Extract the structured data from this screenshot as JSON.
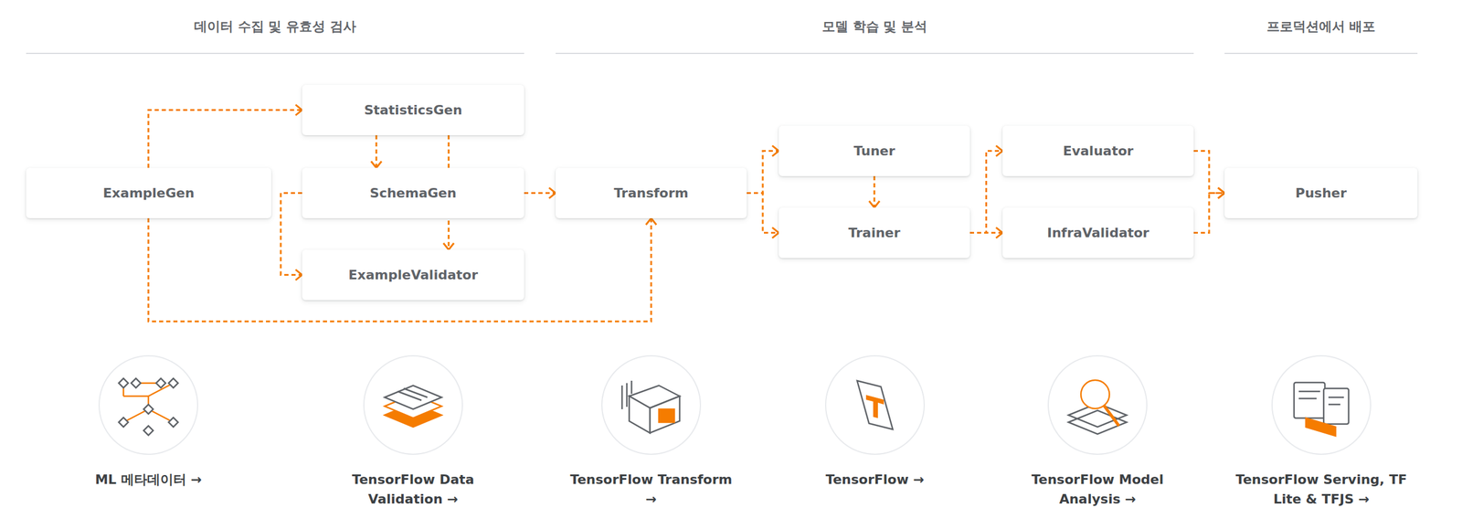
{
  "diagram": {
    "nodes": [
      {
        "text": [
          "ExampleGen"
        ]
      },
      {
        "text": [
          "StatisticsGen"
        ]
      },
      {
        "text": [
          "SchemaGen"
        ]
      },
      {
        "text": [
          "ExampleValidator"
        ]
      },
      {
        "text": [
          "Transform"
        ]
      },
      {
        "text": [
          "Tuner"
        ]
      },
      {
        "text": [
          "Trainer"
        ]
      },
      {
        "text": [
          "Evaluator"
        ]
      },
      {
        "text": [
          "InfraValidator"
        ]
      },
      {
        "text": [
          "Pusher"
        ]
      }
    ],
    "edges": [
      {
        "from": 0,
        "to": 1,
        "arrow": "to"
      },
      {
        "from": 1,
        "to": 2,
        "arrow": "to"
      },
      {
        "from": 1,
        "to": 3,
        "arrow": "to"
      },
      {
        "from": 2,
        "to": 3,
        "arrow": "to"
      },
      {
        "from": 2,
        "to": 4,
        "arrow": "to"
      },
      {
        "from": 0,
        "to": 4,
        "arrow": "to"
      },
      {
        "from": 4,
        "to": 5,
        "arrow": "to"
      },
      {
        "from": 4,
        "to": 6,
        "arrow": "to"
      },
      {
        "from": 5,
        "to": 6,
        "arrow": "to"
      },
      {
        "from": 6,
        "to": 7,
        "arrow": "to"
      },
      {
        "from": 6,
        "to": 8,
        "arrow": "to"
      },
      {
        "from": 7,
        "to": 9,
        "arrow": "to"
      },
      {
        "from": 8,
        "to": 9,
        "arrow": "to"
      }
    ],
    "labels": [
      "데이터 수집 및 유효성 검사",
      "모델 학습 및 분석",
      "프로덕션에서 배포",
      "ML 메타데이터 →",
      "TensorFlow Data Validation →",
      "TensorFlow Transform →",
      "TensorFlow →",
      "TensorFlow Model Analysis →",
      "TensorFlow Serving, TF Lite & TFJS →"
    ]
  }
}
